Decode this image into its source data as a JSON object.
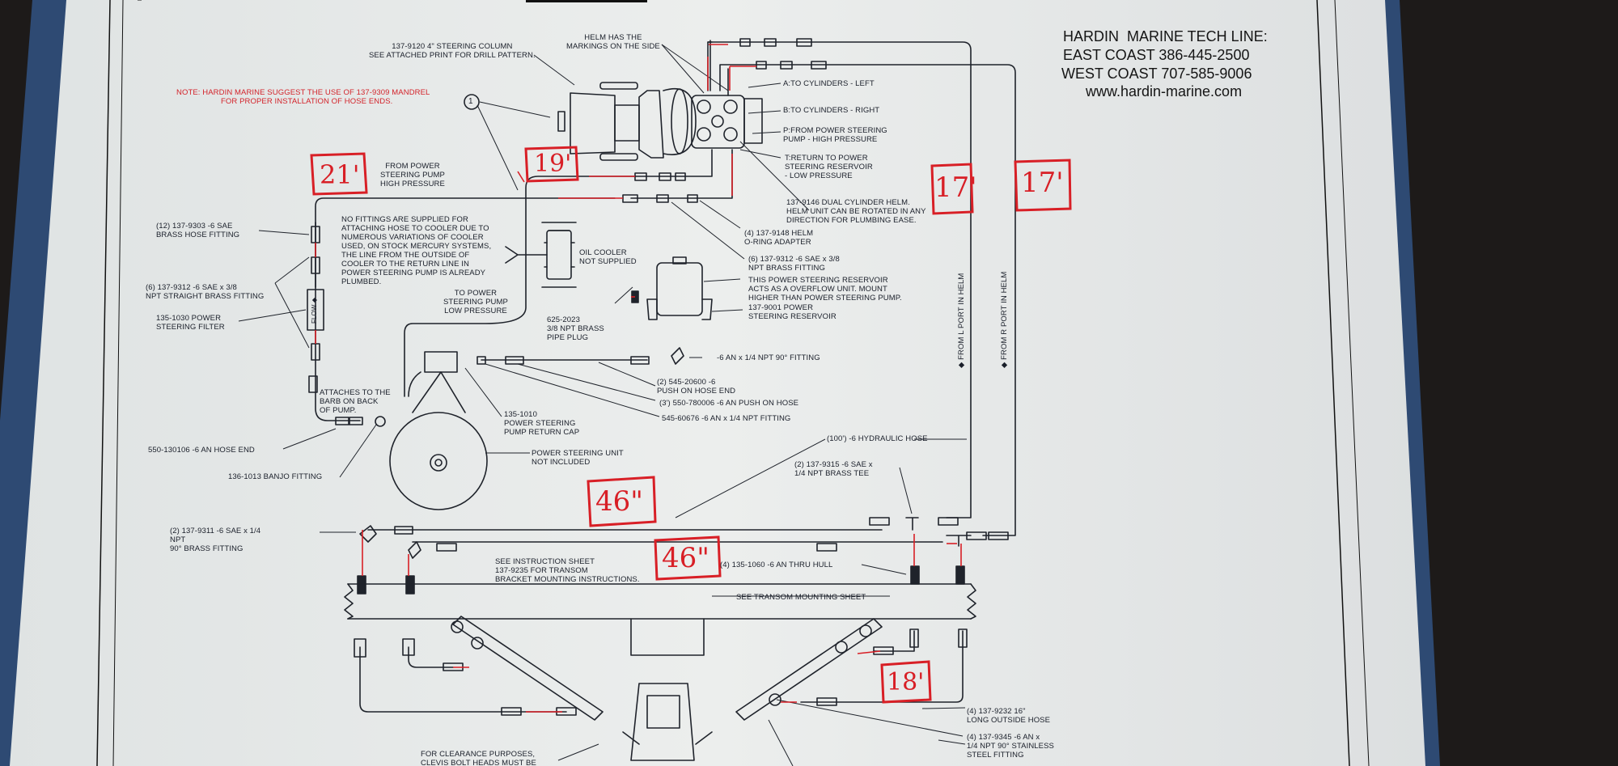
{
  "header": {
    "tech_line": "HARDIN  MARINE TECH LINE:",
    "east_coast": "EAST COAST 386-445-2500",
    "west_coast": "WEST COAST 707-585-9006",
    "website": "www.hardin-marine.com"
  },
  "note": {
    "line1": "NOTE: HARDIN MARINE SUGGEST THE USE OF 137-9309 MANDREL",
    "line2": "FOR PROPER INSTALLATION OF HOSE ENDS."
  },
  "handwritten": {
    "h21": "21'",
    "h19": "19'",
    "h17a": "17'",
    "h17b": "17'",
    "h46a": "46\"",
    "h46b": "46\"",
    "h18": "18'"
  },
  "callout_number": "1",
  "labels": {
    "steering_column": "137-9120 4\" STEERING COLUMN\nSEE ATTACHED PRINT FOR DRILL PATTERN.",
    "helm_markings": "HELM HAS THE\nMARKINGS ON THE SIDE",
    "port_a": "A:TO CYLINDERS - LEFT",
    "port_b": "B:TO CYLINDERS - RIGHT",
    "port_p": "P:FROM POWER STEERING\nPUMP - HIGH PRESSURE",
    "port_t": "T:RETURN TO POWER\nSTEERING RESERVOIR\n- LOW PRESSURE",
    "dual_helm": "137-9146 DUAL CYLINDER HELM.\nHELM UNIT CAN BE ROTATED IN ANY\nDIRECTION FOR PLUMBING EASE.",
    "oring_adapter": "(4) 137-9148 HELM\nO-RING ADAPTER",
    "brass_fitting_6": "(6) 137-9312 -6 SAE x 3/8\nNPT BRASS FITTING",
    "from_ps_pump": "FROM POWER\nSTEERING PUMP\nHIGH PRESSURE",
    "hose_fitting_12": "(12) 137-9303 -6 SAE\nBRASS HOSE FITTING",
    "no_fittings": "NO FITTINGS ARE SUPPLIED FOR\nATTACHING HOSE TO COOLER DUE TO\nNUMEROUS VARIATIONS OF COOLER\nUSED, ON STOCK MERCURY SYSTEMS,\nTHE LINE FROM THE OUTSIDE OF\nCOOLER TO THE RETURN LINE IN\nPOWER STEERING PUMP IS ALREADY\nPLUMBED.",
    "oil_cooler": "OIL COOLER\nNOT SUPPLIED",
    "straight_fitting": "(6) 137-9312 -6 SAE x 3/8\nNPT STRAIGHT BRASS FITTING",
    "ps_filter": "135-1030 POWER\nSTEERING FILTER",
    "to_ps_pump_low": "TO POWER\nSTEERING PUMP\nLOW PRESSURE",
    "pipe_plug": "625-2023\n3/8 NPT BRASS\nPIPE PLUG",
    "reservoir_note": "THIS POWER STEERING RESERVOIR\nACTS AS A OVERFLOW UNIT. MOUNT\nHIGHER THAN POWER STEERING PUMP.",
    "reservoir_part": "137-9001 POWER\nSTEERING RESERVOIR",
    "npt_90": "-6 AN x 1/4 NPT 90° FITTING",
    "push_on_end": "(2) 545-20600 -6\nPUSH ON HOSE END",
    "push_on_hose": "(3') 550-780006 -6 AN PUSH ON HOSE",
    "npt_fitting": "545-60676 -6 AN x 1/4 NPT FITTING",
    "attaches_barb": "ATTACHES TO THE\nBARB ON BACK\nOF PUMP.",
    "return_cap": "135-1010\nPOWER STEERING\nPUMP RETURN CAP",
    "an_hose_end": "550-130106 -6 AN HOSE END",
    "banjo": "136-1013 BANJO FITTING",
    "ps_unit": "POWER STEERING UNIT\nNOT INCLUDED",
    "hydraulic_hose": "(100') -6 HYDRAULIC HOSE",
    "brass_tee": "(2) 137-9315 -6 SAE x\n1/4 NPT BRASS TEE",
    "brass_90": "(2) 137-9311 -6 SAE x 1/4\nNPT\n90° BRASS FITTING",
    "instruction_sheet": "SEE INSTRUCTION SHEET\n137-9235 FOR TRANSOM\nBRACKET MOUNTING INSTRUCTIONS.",
    "thru_hull": "(4) 135-1060 -6 AN THRU HULL",
    "transom_sheet": "SEE TRANSOM MOUNTING SHEET",
    "outside_hose": "(4) 137-9232 16\"\nLONG OUTSIDE HOSE",
    "stainless_fitting": "(4) 137-9345 -6 AN x\n1/4 NPT 90° STAINLESS\nSTEEL FITTING",
    "clearance": "FOR CLEARANCE PURPOSES,\nCLEVIS BOLT HEADS MUST BE",
    "from_l_port": "◆ FROM L PORT IN HELM",
    "from_r_port": "◆ FROM R PORT IN HELM",
    "flow": "FLOW ◆"
  },
  "colors": {
    "paper": "#e9eceb",
    "ink": "#1a1f2a",
    "red_pen": "#d81f26",
    "background": "#1d1a19",
    "blue_tape": "#2e4a73"
  }
}
